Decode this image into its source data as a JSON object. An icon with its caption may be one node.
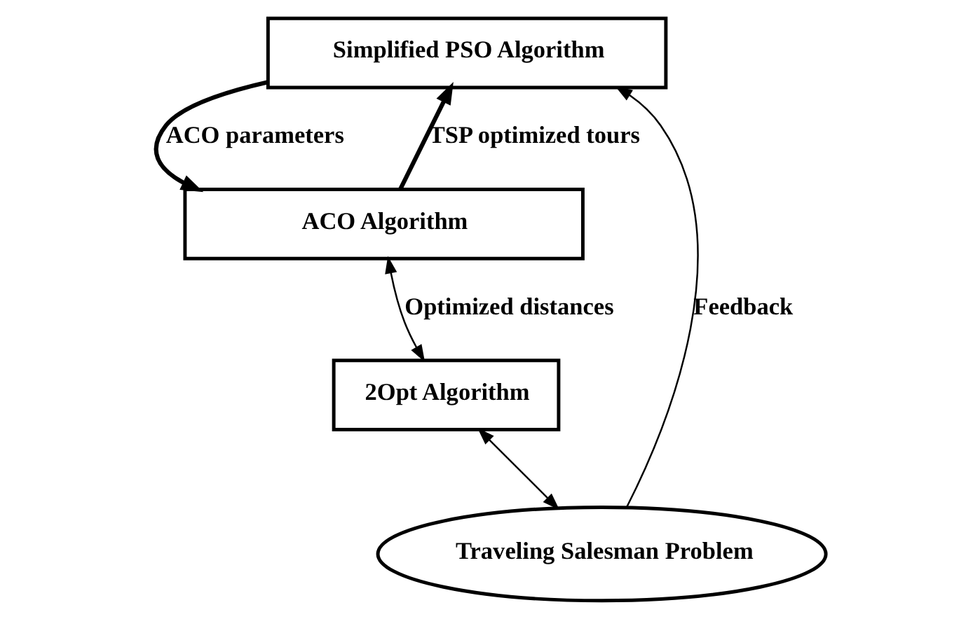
{
  "diagram": {
    "nodes": [
      {
        "text": [
          "Simplified PSO Algorithm"
        ]
      },
      {
        "text": [
          "ACO Algorithm"
        ]
      },
      {
        "text": [
          "2Opt Algorithm"
        ]
      },
      {
        "text": [
          "Traveling Salesman Problem"
        ]
      }
    ],
    "edges": [
      {
        "from": 0,
        "to": 1,
        "arrow": "to",
        "label": "ACO parameters",
        "style": "thick"
      },
      {
        "from": 1,
        "to": 0,
        "arrow": "to",
        "label": "TSP optimized tours",
        "style": "thick"
      },
      {
        "from": 1,
        "to": 2,
        "arrow": "both",
        "label": "Optimized distances"
      },
      {
        "from": 2,
        "to": 3,
        "arrow": "both"
      },
      {
        "from": 3,
        "to": 0,
        "arrow": "to",
        "label": "Feedback"
      }
    ]
  }
}
